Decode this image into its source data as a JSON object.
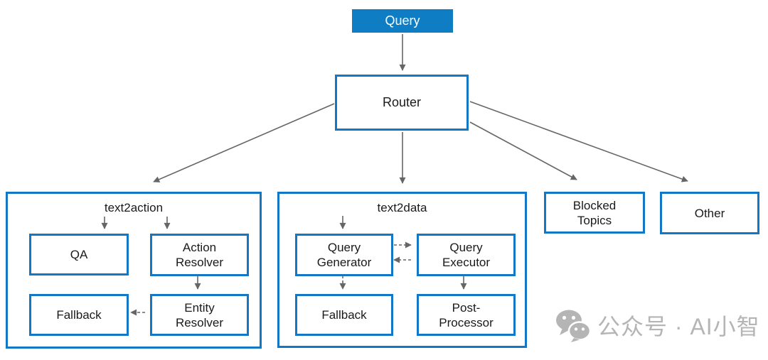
{
  "diagram": {
    "query": {
      "label": "Query"
    },
    "router": {
      "label": "Router"
    },
    "groups": [
      {
        "title": "text2action",
        "boxes": [
          {
            "label": "QA"
          },
          {
            "label": "Action Resolver"
          },
          {
            "label": "Fallback"
          },
          {
            "label": "Entity Resolver"
          }
        ]
      },
      {
        "title": "text2data",
        "boxes": [
          {
            "label": "Query Generator"
          },
          {
            "label": "Query Executor"
          },
          {
            "label": "Fallback"
          },
          {
            "label": "Post-Processor"
          }
        ]
      }
    ],
    "terminals": [
      {
        "label": "Blocked Topics"
      },
      {
        "label": "Other"
      }
    ]
  },
  "watermark": {
    "icon": "wechat-icon",
    "text": "公众号 · AI小智"
  },
  "colors": {
    "query_fill": "#0f7dc4",
    "box_border": "#1278c6",
    "arrow": "#666666",
    "watermark_gray": "#b5b5b5",
    "label_text": "#1a1a1a"
  }
}
